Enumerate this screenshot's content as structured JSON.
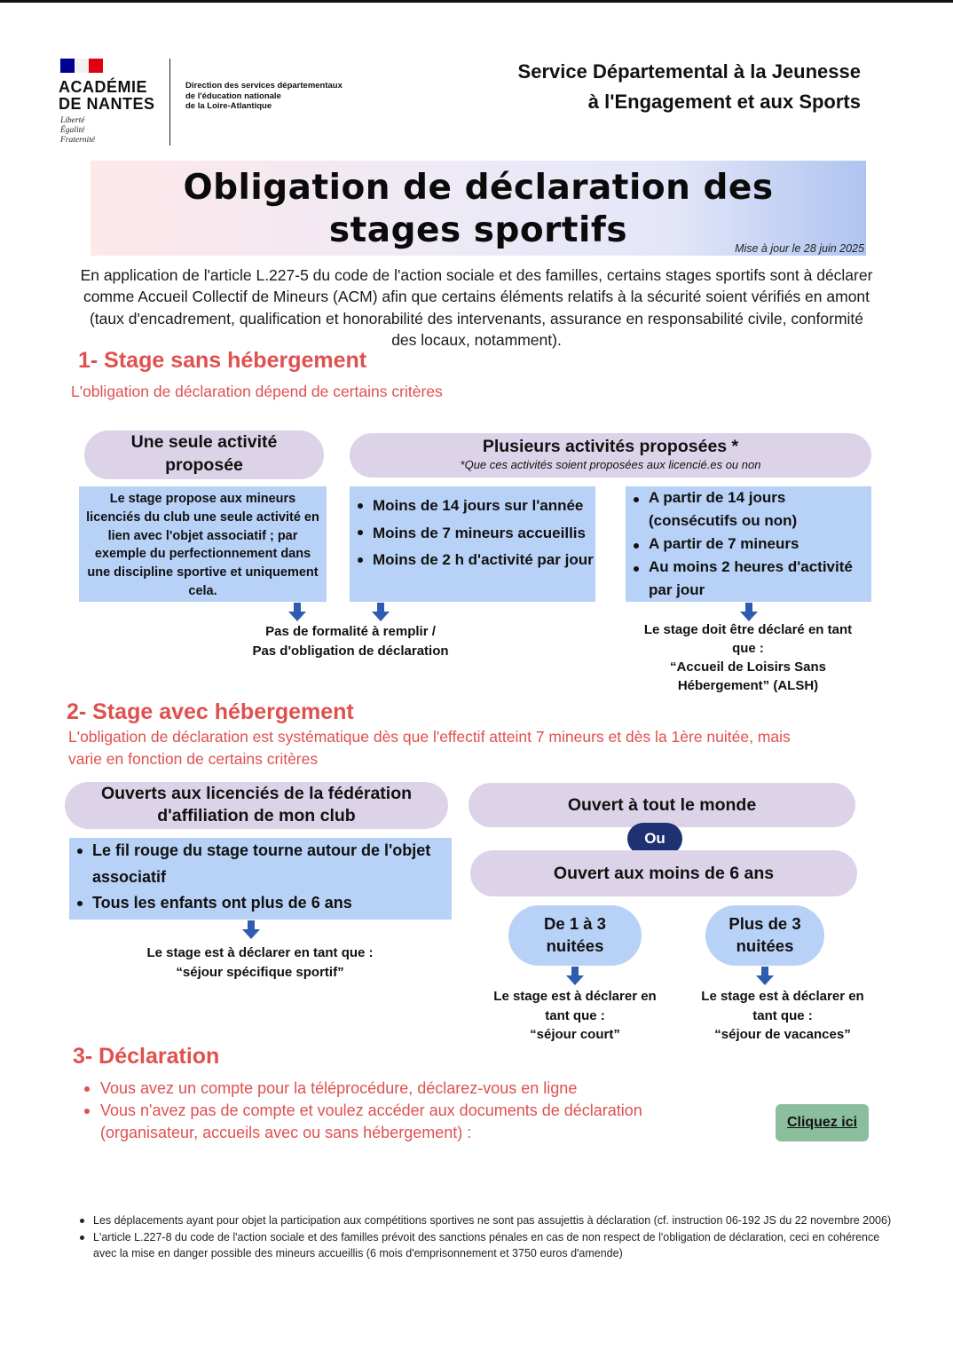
{
  "header": {
    "academy_lines": [
      "ACADÉMIE",
      "DE NANTES"
    ],
    "motto_lines": [
      "Liberté",
      "Égalité",
      "Fraternité"
    ],
    "direction_lines": [
      "Direction des services départementaux",
      "de l'éducation nationale",
      "de la Loire-Atlantique"
    ],
    "service_lines": [
      "Service Départemental à la Jeunesse",
      "à l'Engagement et aux Sports"
    ],
    "flag_colors": [
      "#000091",
      "#ffffff",
      "#e1000f"
    ]
  },
  "title": {
    "line1": "Obligation de déclaration des",
    "line2": "stages sportifs",
    "updated": "Mise à jour le 28 juin 2025"
  },
  "intro": "En application de l'article L.227-5 du code de l'action sociale et des familles, certains stages sportifs sont à déclarer comme Accueil Collectif de Mineurs (ACM) afin que certains éléments relatifs à la sécurité soient vérifiés en amont (taux d'encadrement, qualification et honorabilité des intervenants, assurance en responsabilité civile, conformité des locaux, notamment).",
  "section1": {
    "heading": "1- Stage sans hébergement",
    "subtitle": "L'obligation de déclaration dépend de certains critères",
    "single_activity": {
      "label_line1": "Une seule activité",
      "label_line2": "proposée",
      "text": "Le stage propose aux mineurs licenciés du club une seule activité en lien avec l'objet associatif ; par exemple du perfectionnement dans une discipline sportive et uniquement cela."
    },
    "multiple_activities": {
      "label": "Plusieurs activités proposées *",
      "note": "*Que ces activités soient proposées aux licencié.es ou non"
    },
    "below_thresholds": [
      "Moins de 14 jours sur l'année",
      "Moins de 7 mineurs accueillis",
      "Moins de 2 h d'activité par jour"
    ],
    "above_thresholds": [
      "A partir de 14 jours (consécutifs ou non)",
      "A partir de 7 mineurs",
      "Au moins 2 heures d'activité par jour"
    ],
    "result_none": [
      "Pas de formalité à remplir /",
      "Pas d'obligation de déclaration"
    ],
    "result_alsh": [
      "Le stage doit être déclaré en tant",
      "que :",
      "“Accueil de Loisirs Sans",
      "Hébergement” (ALSH)"
    ]
  },
  "section2": {
    "heading": "2- Stage avec hébergement",
    "subtitle_lines": [
      "L'obligation de déclaration est systématique dès que l'effectif atteint 7 mineurs et dès la 1ère nuitée, mais",
      "varie en fonction de certains critères"
    ],
    "licensed": {
      "label_line1": "Ouverts aux licenciés de la fédération",
      "label_line2": "d'affiliation de mon club",
      "criteria": [
        "Le fil rouge du stage tourne autour de l'objet associatif",
        "Tous les enfants ont plus de 6 ans"
      ],
      "result": [
        "Le stage est à déclarer en tant que :",
        "“séjour spécifique sportif”"
      ]
    },
    "open_all": "Ouvert à tout le monde",
    "or": "Ou",
    "open_under6": "Ouvert aux moins de 6 ans",
    "nights_short": {
      "line1": "De 1 à 3",
      "line2": "nuitées",
      "result": [
        "Le stage est à déclarer en",
        "tant que :",
        "“séjour court”"
      ]
    },
    "nights_long": {
      "line1": "Plus de 3",
      "line2": "nuitées",
      "result": [
        "Le stage est à déclarer en",
        "tant que :",
        "“séjour de vacances”"
      ]
    }
  },
  "section3": {
    "heading": "3- Déclaration",
    "bullets": [
      "Vous avez un compte pour la téléprocédure, déclarez-vous en ligne",
      "Vous n'avez pas de compte et voulez accéder aux documents de déclaration (organisateur, accueils avec ou sans hébergement) :"
    ],
    "cta": "Cliquez ici"
  },
  "footnotes": [
    "Les déplacements ayant pour objet la participation aux compétitions sportives ne sont pas assujettis à déclaration (cf. instruction 06-192 JS du 22 novembre 2006)",
    "L'article L.227-8 du code de l'action sociale et des familles prévoit des sanctions pénales en cas de non respect de l'obligation de déclaration, ceci en cohérence avec la mise en danger possible des mineurs accueillis (6 mois d'emprisonnement et 3750 euros d'amende)"
  ]
}
